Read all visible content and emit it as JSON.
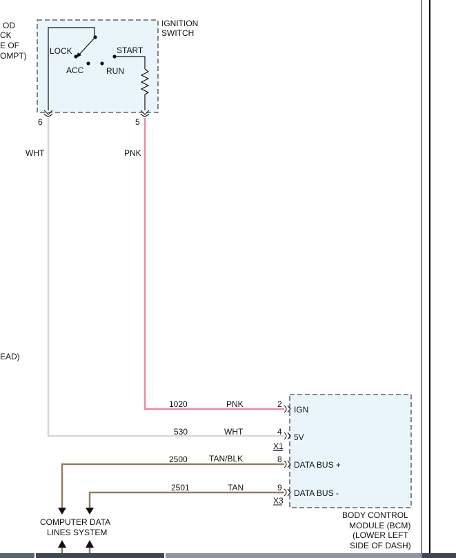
{
  "colors": {
    "pnk": "#f08aa0",
    "wht": "#d6d6d6",
    "tan": "#8f8060",
    "box_fill": "#e9f5fb"
  },
  "left_partial": {
    "line1": "OD",
    "line2": "CK",
    "line3": "E OF",
    "line4": "OMPT)",
    "line5": "EAD)"
  },
  "ignition_switch": {
    "title_line1": "IGNITION",
    "title_line2": "SWITCH",
    "positions": {
      "lock": "LOCK",
      "acc": "ACC",
      "run": "RUN",
      "start": "START"
    },
    "pins": {
      "left": "6",
      "right": "5"
    }
  },
  "wires": {
    "wht_label": "WHT",
    "pnk_label": "PNK",
    "ign": {
      "circuit": "1020",
      "color": "PNK",
      "pin": "2"
    },
    "five_v": {
      "circuit": "530",
      "color": "WHT",
      "pin": "4"
    },
    "data_plus": {
      "circuit": "2500",
      "color": "TAN/BLK",
      "pin": "8"
    },
    "data_minus": {
      "circuit": "2501",
      "color": "TAN",
      "pin": "9"
    }
  },
  "bcm": {
    "pins": {
      "ign": "IGN",
      "five_v": "5V",
      "data_plus": "DATA BUS +",
      "data_minus": "DATA BUS -"
    },
    "connectors": {
      "x1": "X1",
      "x3": "X3"
    },
    "title_line1": "BODY CONTROL",
    "title_line2": "MODULE (BCM)",
    "title_line3": "(LOWER LEFT",
    "title_line4": "SIDE OF DASH)"
  },
  "data_lines": {
    "line1": "COMPUTER DATA",
    "line2": "LINES SYSTEM"
  }
}
